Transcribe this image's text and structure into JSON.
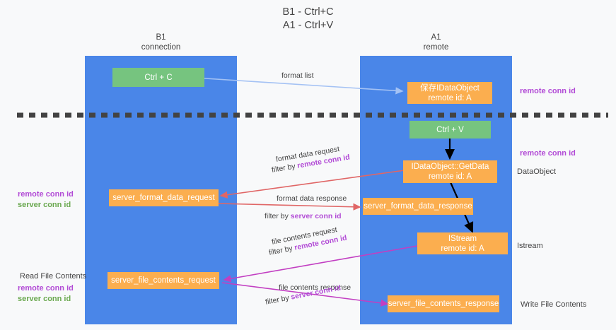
{
  "title": {
    "line1": "B1 - Ctrl+C",
    "line2": "A1 - Ctrl+V"
  },
  "lanes": [
    {
      "id": "b1",
      "name": "B1",
      "sub": "connection",
      "color": "#4a86e8"
    },
    {
      "id": "a1",
      "name": "A1",
      "sub": "remote",
      "color": "#4a86e8"
    }
  ],
  "palette": {
    "lane": "#4a86e8",
    "green_box": "#76c47f",
    "orange_box": "#fbae4f",
    "purple_text": "#b24bd6",
    "green_text": "#6aa84f",
    "dark_text": "#434343",
    "arrow_blue": "#a4c2f4",
    "arrow_black": "#000000",
    "arrow_red": "#e06666",
    "arrow_magenta": "#c23fc2",
    "divider": "#434343",
    "background": "#f8f9fa"
  },
  "boxes": {
    "ctrl_c": {
      "line1": "Ctrl + C",
      "line2": ""
    },
    "ctrl_v": {
      "line1": "Ctrl + V",
      "line2": ""
    },
    "save_idataobject": {
      "line1": "保存IDataObject",
      "line2": "remote id: A"
    },
    "getdata": {
      "line1": "IDataObject::GetData",
      "line2": "remote id: A"
    },
    "istream": {
      "line1": "IStream",
      "line2": "remote id: A"
    },
    "server_format_data_request": {
      "line1": "server_format_data_request"
    },
    "server_format_data_response": {
      "line1": "server_format_data_response"
    },
    "server_file_contents_request": {
      "line1": "server_file_contents_request"
    },
    "server_file_contents_response": {
      "line1": "server_file_contents_response"
    }
  },
  "right_notes": {
    "remote_conn_id_1": "remote conn id",
    "remote_conn_id_2": "remote conn id",
    "dataobject": "DataObject",
    "istream": "Istream",
    "write_file_contents": "Write File Contents"
  },
  "left_notes": {
    "remote_conn_id": "remote conn id",
    "server_conn_id": "server conn id",
    "read_file_contents": "Read File Contents",
    "remote_conn_id_2": "remote conn id",
    "server_conn_id_2": "server conn id"
  },
  "flows": [
    {
      "id": "format-list",
      "label": "format list",
      "filter": "",
      "filter_target": ""
    },
    {
      "id": "format-data-request",
      "label": "format data request",
      "filter": "filter by ",
      "filter_target": "remote conn id"
    },
    {
      "id": "format-data-response",
      "label": "format data response",
      "filter": "filter by ",
      "filter_target": "server conn id"
    },
    {
      "id": "file-contents-request",
      "label": "file contents request",
      "filter": "filter by ",
      "filter_target": "remote conn id"
    },
    {
      "id": "file-contents-response",
      "label": "file contents response",
      "filter": "filter by ",
      "filter_target": "server conn id"
    }
  ]
}
